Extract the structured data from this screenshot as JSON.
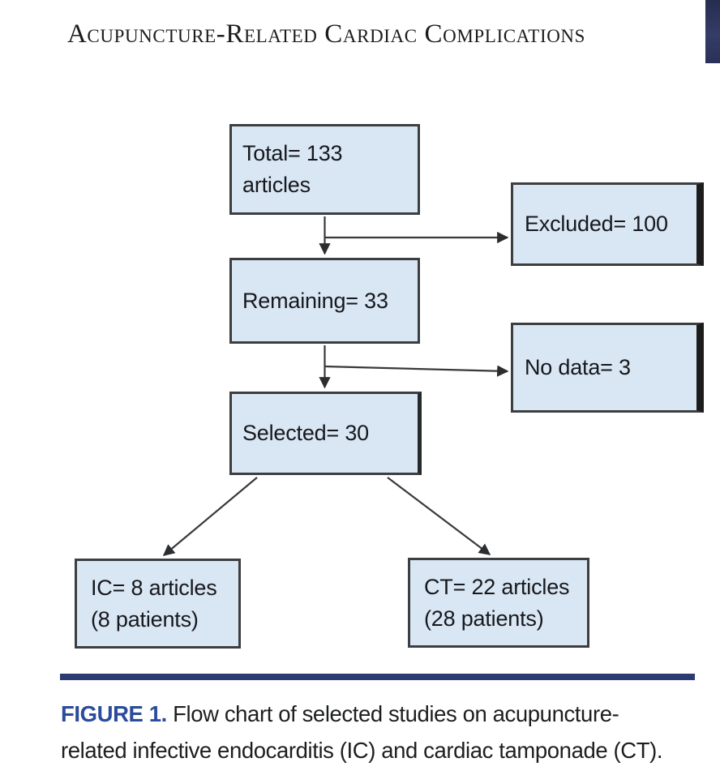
{
  "page": {
    "running_head": "Acupuncture-Related Cardiac Complications"
  },
  "flowchart": {
    "title_implicit": "Flow chart of selected studies",
    "nodes": {
      "total": {
        "lines": [
          "Total= 133",
          "articles"
        ]
      },
      "excluded": {
        "lines": [
          "Excluded= 100"
        ]
      },
      "remaining": {
        "lines": [
          "Remaining= 33"
        ]
      },
      "nodata": {
        "lines": [
          "No data= 3"
        ]
      },
      "selected": {
        "lines": [
          "Selected= 30"
        ]
      },
      "ic": {
        "lines": [
          "IC= 8 articles",
          "(8 patients)"
        ]
      },
      "ct": {
        "lines": [
          "CT= 22 articles",
          "(28 patients)"
        ]
      }
    },
    "edges": [
      {
        "from": "total",
        "to": "remaining"
      },
      {
        "from": "total",
        "to": "excluded"
      },
      {
        "from": "remaining",
        "to": "selected"
      },
      {
        "from": "remaining",
        "to": "nodata"
      },
      {
        "from": "selected",
        "to": "ic"
      },
      {
        "from": "selected",
        "to": "ct"
      }
    ]
  },
  "caption": {
    "label": "FIGURE 1.",
    "line1_rest": " Flow chart of selected studies on acupuncture-",
    "line2": "related infective endocarditis (IC) and cardiac tamponade (CT).",
    "full_text": "FIGURE 1. Flow chart of selected studies on acupuncture-related infective endocarditis (IC) and cardiac tamponade (CT)."
  },
  "colors": {
    "box_fill": "#d9e6f3",
    "box_border": "#3c3e40",
    "box_shadow_bar": "#1c1c1c",
    "arrow": "#38393b",
    "rule": "#2c3a72",
    "figure_label": "#2b4c9c",
    "corner_tab": "#2a3157",
    "text": "#16181d"
  }
}
